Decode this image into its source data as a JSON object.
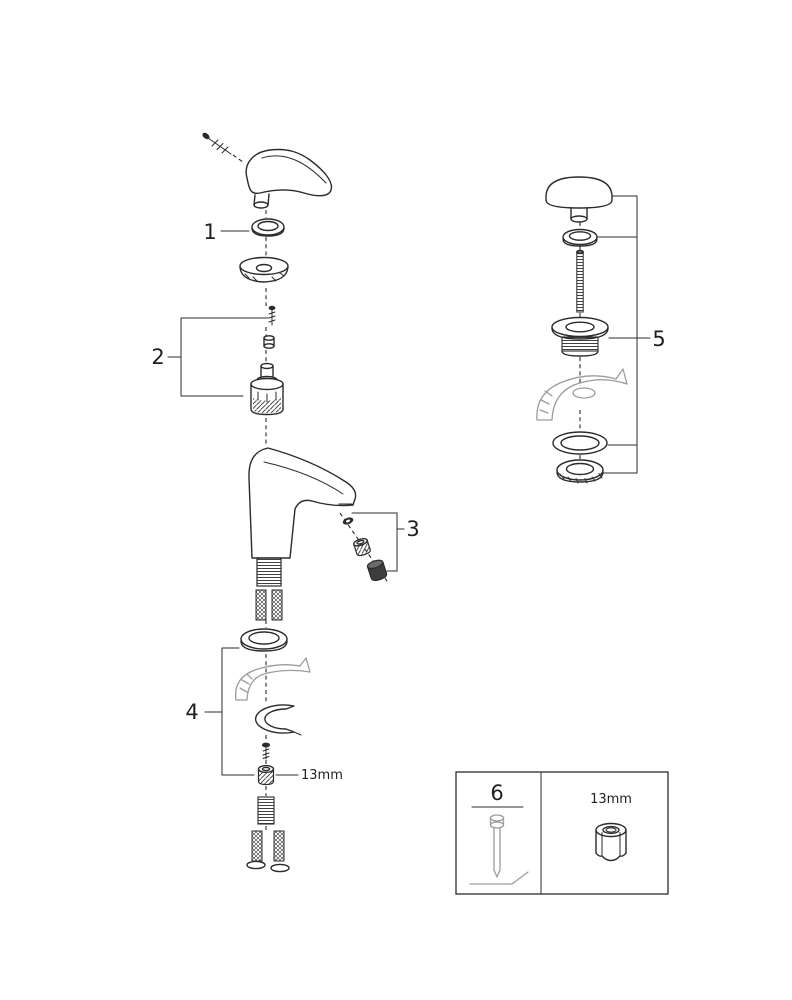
{
  "labels": {
    "part1": "1",
    "part2": "2",
    "part3": "3",
    "part4": "4",
    "part5": "5",
    "part6": "6"
  },
  "annotations": {
    "nut_size": "13mm",
    "legend_nut_size": "13mm"
  },
  "colors": {
    "line": "#2b2b2b",
    "muted_gray": "#9c9c9c",
    "background": "#ffffff"
  }
}
